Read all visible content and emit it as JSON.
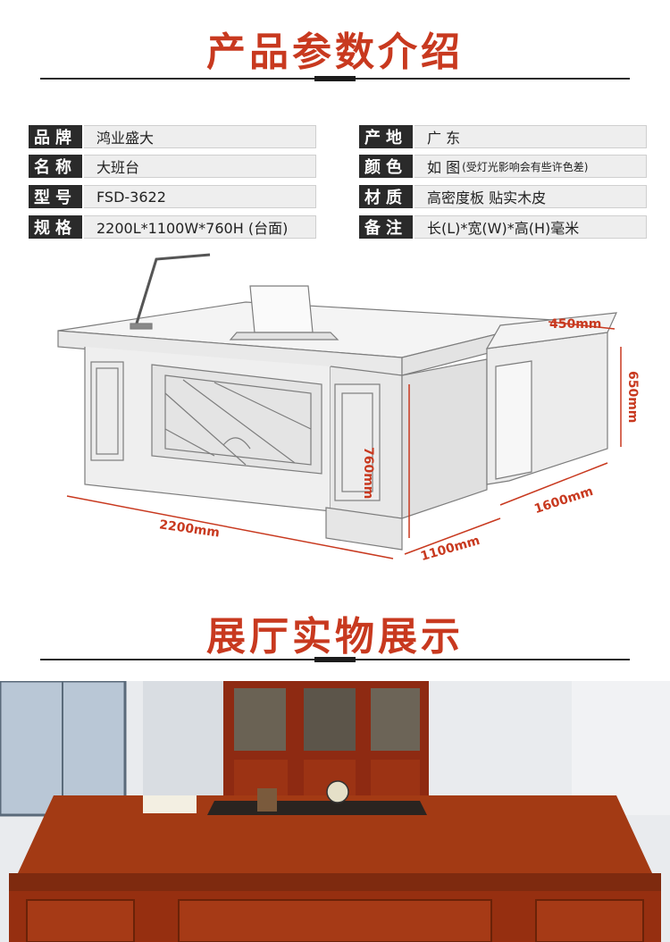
{
  "header": {
    "title": "产品参数介绍"
  },
  "specs": {
    "left": [
      {
        "key": "品牌",
        "value": "鸿业盛大"
      },
      {
        "key": "名称",
        "value": "大班台"
      },
      {
        "key": "型号",
        "value": "FSD-3622"
      },
      {
        "key": "规格",
        "value": "2200L*1100W*760H (台面)"
      }
    ],
    "right": [
      {
        "key": "产地",
        "value": "广 东"
      },
      {
        "key": "颜色",
        "value": "如 图",
        "note": "(受灯光影响会有些许色差)"
      },
      {
        "key": "材质",
        "value": "高密度板 贴实木皮"
      },
      {
        "key": "备注",
        "value": "长(L)*宽(W)*高(H)毫米"
      }
    ]
  },
  "dimensions": {
    "length": "2200mm",
    "width": "1100mm",
    "height": "760mm",
    "side_length": "1600mm",
    "side_width": "450mm",
    "side_height": "650mm"
  },
  "showroom": {
    "title": "展厅实物展示"
  },
  "colors": {
    "accent": "#c8391f",
    "dark": "#2a2a2a",
    "wood": "#8a2f16"
  }
}
